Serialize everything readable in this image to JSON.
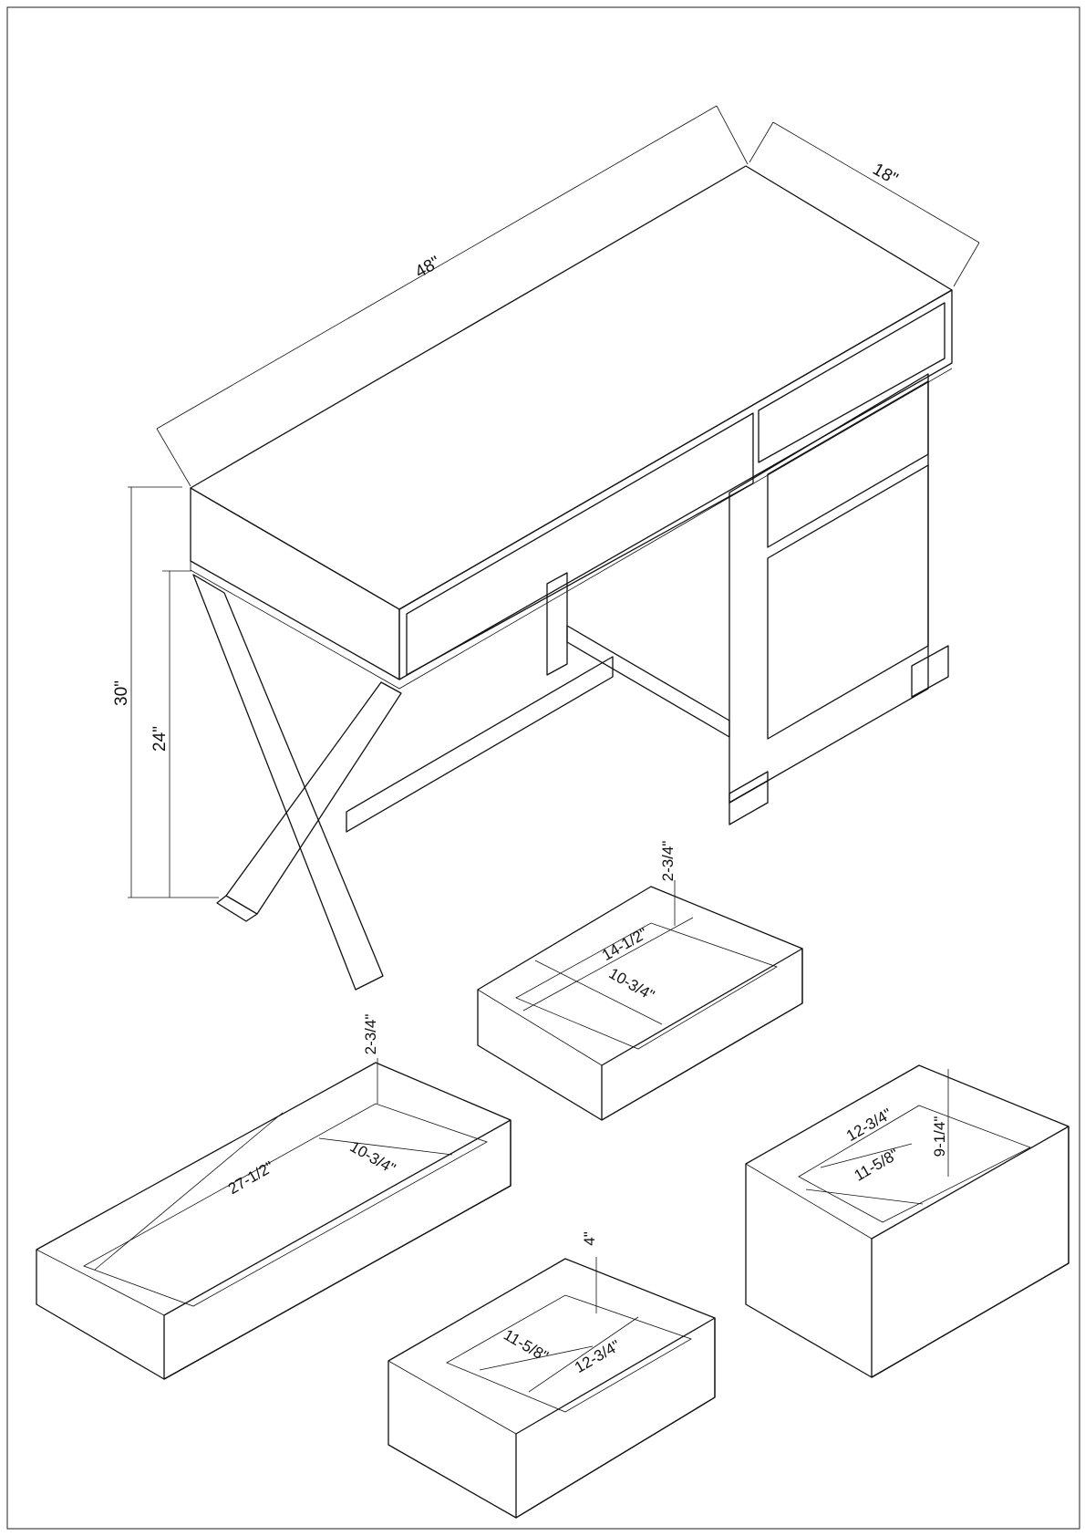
{
  "desk": {
    "width": "48\"",
    "depth": "18\"",
    "height": "30\"",
    "knee_height": "24\""
  },
  "drawers": {
    "top_small": {
      "height": "2-3/4\"",
      "length": "14-1/2\"",
      "width": "10-3/4\""
    },
    "top_long": {
      "height": "2-3/4\"",
      "length": "27-1/2\"",
      "width": "10-3/4\""
    },
    "middle": {
      "height": "4\"",
      "length": "11-5/8\"",
      "width": "12-3/4\""
    },
    "bottom": {
      "height": "9-1/4\"",
      "length": "12-3/4\"",
      "width": "11-5/8\""
    }
  },
  "colors": {
    "line": "#111111",
    "background": "#ffffff"
  }
}
